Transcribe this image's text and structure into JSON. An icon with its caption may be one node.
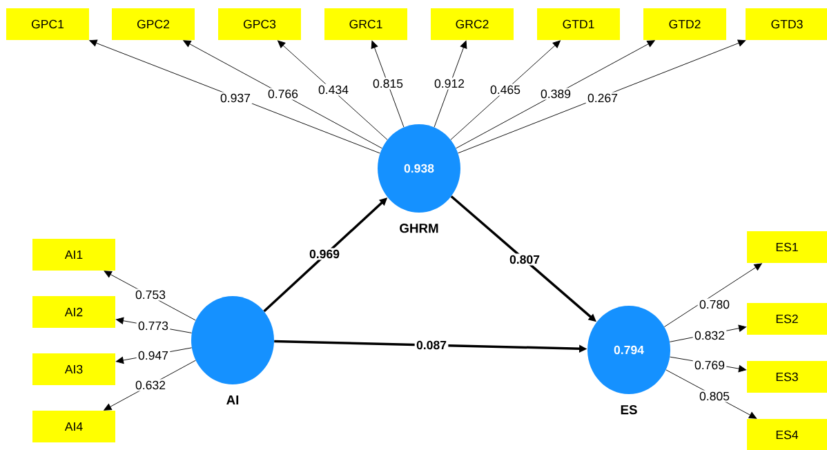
{
  "diagram": {
    "nodes": [
      {
        "text": [
          "GPC1"
        ]
      },
      {
        "text": [
          "GPC2"
        ]
      },
      {
        "text": [
          "GPC3"
        ]
      },
      {
        "text": [
          "GRC1"
        ]
      },
      {
        "text": [
          "GRC2"
        ]
      },
      {
        "text": [
          "GTD1"
        ]
      },
      {
        "text": [
          "GTD2"
        ]
      },
      {
        "text": [
          "GTD3"
        ]
      },
      {
        "text": [
          "0.938",
          "GHRM"
        ]
      },
      {
        "text": [
          "AI1"
        ]
      },
      {
        "text": [
          "AI2"
        ]
      },
      {
        "text": [
          "AI3"
        ]
      },
      {
        "text": [
          "AI4"
        ]
      },
      {
        "text": [
          "AI"
        ]
      },
      {
        "text": [
          "ES1"
        ]
      },
      {
        "text": [
          "ES2"
        ]
      },
      {
        "text": [
          "ES3"
        ]
      },
      {
        "text": [
          "ES4"
        ]
      },
      {
        "text": [
          "0.794",
          "ES"
        ]
      }
    ],
    "edges": [
      {
        "from": 8,
        "to": 0,
        "arrow": "to",
        "label": "0.937"
      },
      {
        "from": 8,
        "to": 1,
        "arrow": "to",
        "label": "0.766"
      },
      {
        "from": 8,
        "to": 2,
        "arrow": "to",
        "label": "0.434"
      },
      {
        "from": 8,
        "to": 3,
        "arrow": "to",
        "label": "0.815"
      },
      {
        "from": 8,
        "to": 4,
        "arrow": "to",
        "label": "0.912"
      },
      {
        "from": 8,
        "to": 5,
        "arrow": "to",
        "label": "0.465"
      },
      {
        "from": 8,
        "to": 6,
        "arrow": "to",
        "label": "0.389"
      },
      {
        "from": 8,
        "to": 7,
        "arrow": "to",
        "label": "0.267"
      },
      {
        "from": 13,
        "to": 9,
        "arrow": "to",
        "label": "0.753"
      },
      {
        "from": 13,
        "to": 10,
        "arrow": "to",
        "label": "0.773"
      },
      {
        "from": 13,
        "to": 11,
        "arrow": "to",
        "label": "0.947"
      },
      {
        "from": 13,
        "to": 12,
        "arrow": "to",
        "label": "0.632"
      },
      {
        "from": 18,
        "to": 14,
        "arrow": "to",
        "label": "0.780"
      },
      {
        "from": 18,
        "to": 15,
        "arrow": "to",
        "label": "0.832"
      },
      {
        "from": 18,
        "to": 16,
        "arrow": "to",
        "label": "0.769"
      },
      {
        "from": 18,
        "to": 17,
        "arrow": "to",
        "label": "0.805"
      },
      {
        "from": 13,
        "to": 8,
        "arrow": "to",
        "label": "0.969",
        "style": "thick"
      },
      {
        "from": 8,
        "to": 18,
        "arrow": "to",
        "label": "0.807",
        "style": "thick"
      },
      {
        "from": 13,
        "to": 18,
        "arrow": "to",
        "label": "0.087",
        "style": "thick"
      }
    ]
  }
}
